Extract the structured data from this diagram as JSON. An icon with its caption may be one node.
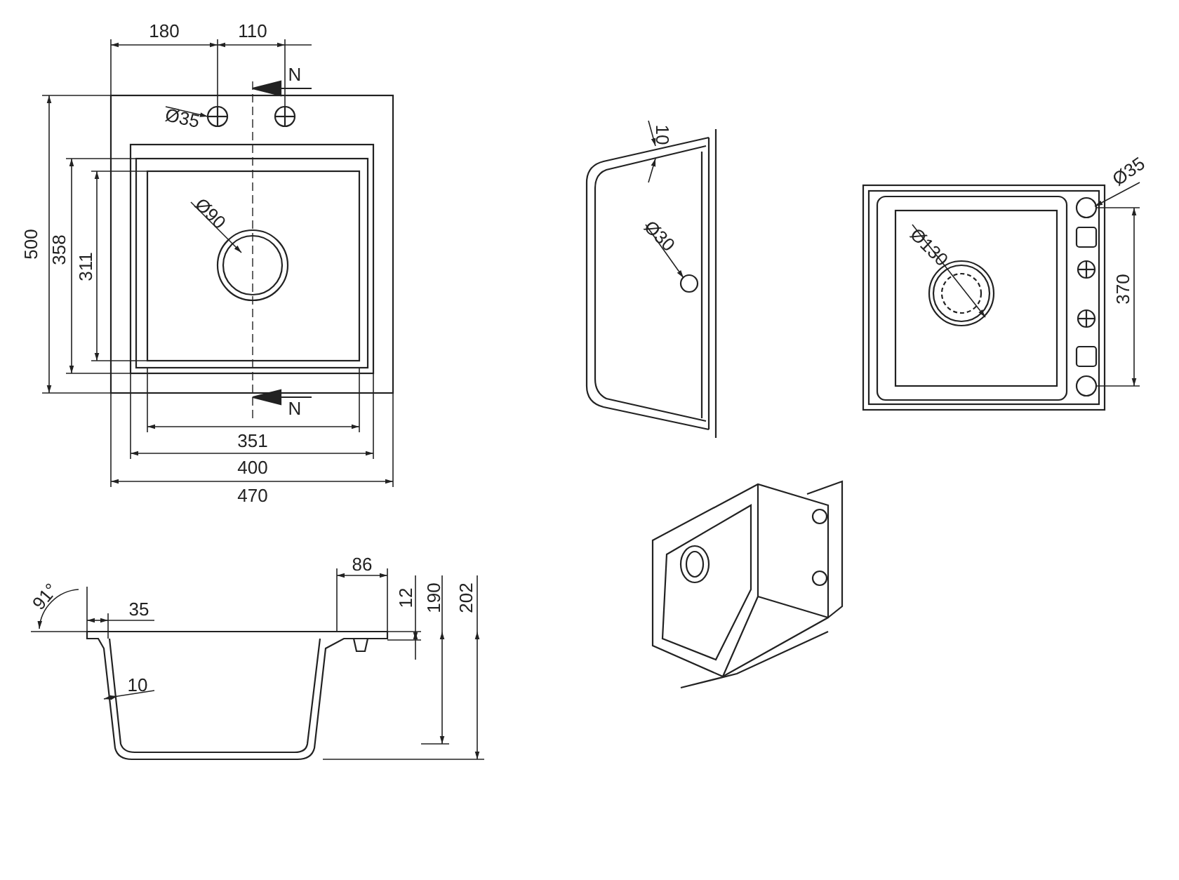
{
  "diagram": {
    "labels": [
      "180",
      "110",
      "N",
      "Ø35",
      "Ø90",
      "500",
      "358",
      "311",
      "N",
      "351",
      "400",
      "470",
      "10",
      "Ø30",
      "Ø35",
      "Ø130",
      "370",
      "91°",
      "86",
      "35",
      "12",
      "190",
      "202",
      "10"
    ]
  }
}
